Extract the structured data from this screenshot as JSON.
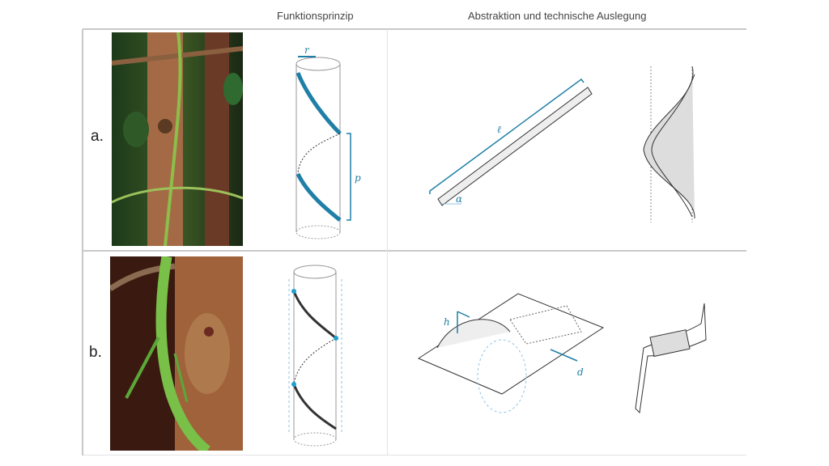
{
  "header": {
    "col_function": "Funktionsprinzip",
    "col_abstraction": "Abstraktion und technische Auslegung"
  },
  "rows": [
    {
      "label": "a.",
      "symbols": {
        "radius": "r",
        "pitch": "p",
        "length": "ℓ",
        "angle": "α"
      }
    },
    {
      "label": "b.",
      "symbols": {
        "height": "h",
        "depth": "d"
      }
    }
  ],
  "colors": {
    "accent": "#1f7fa6",
    "light_accent": "#8ec3e6",
    "grid": "#c8c8c8"
  }
}
